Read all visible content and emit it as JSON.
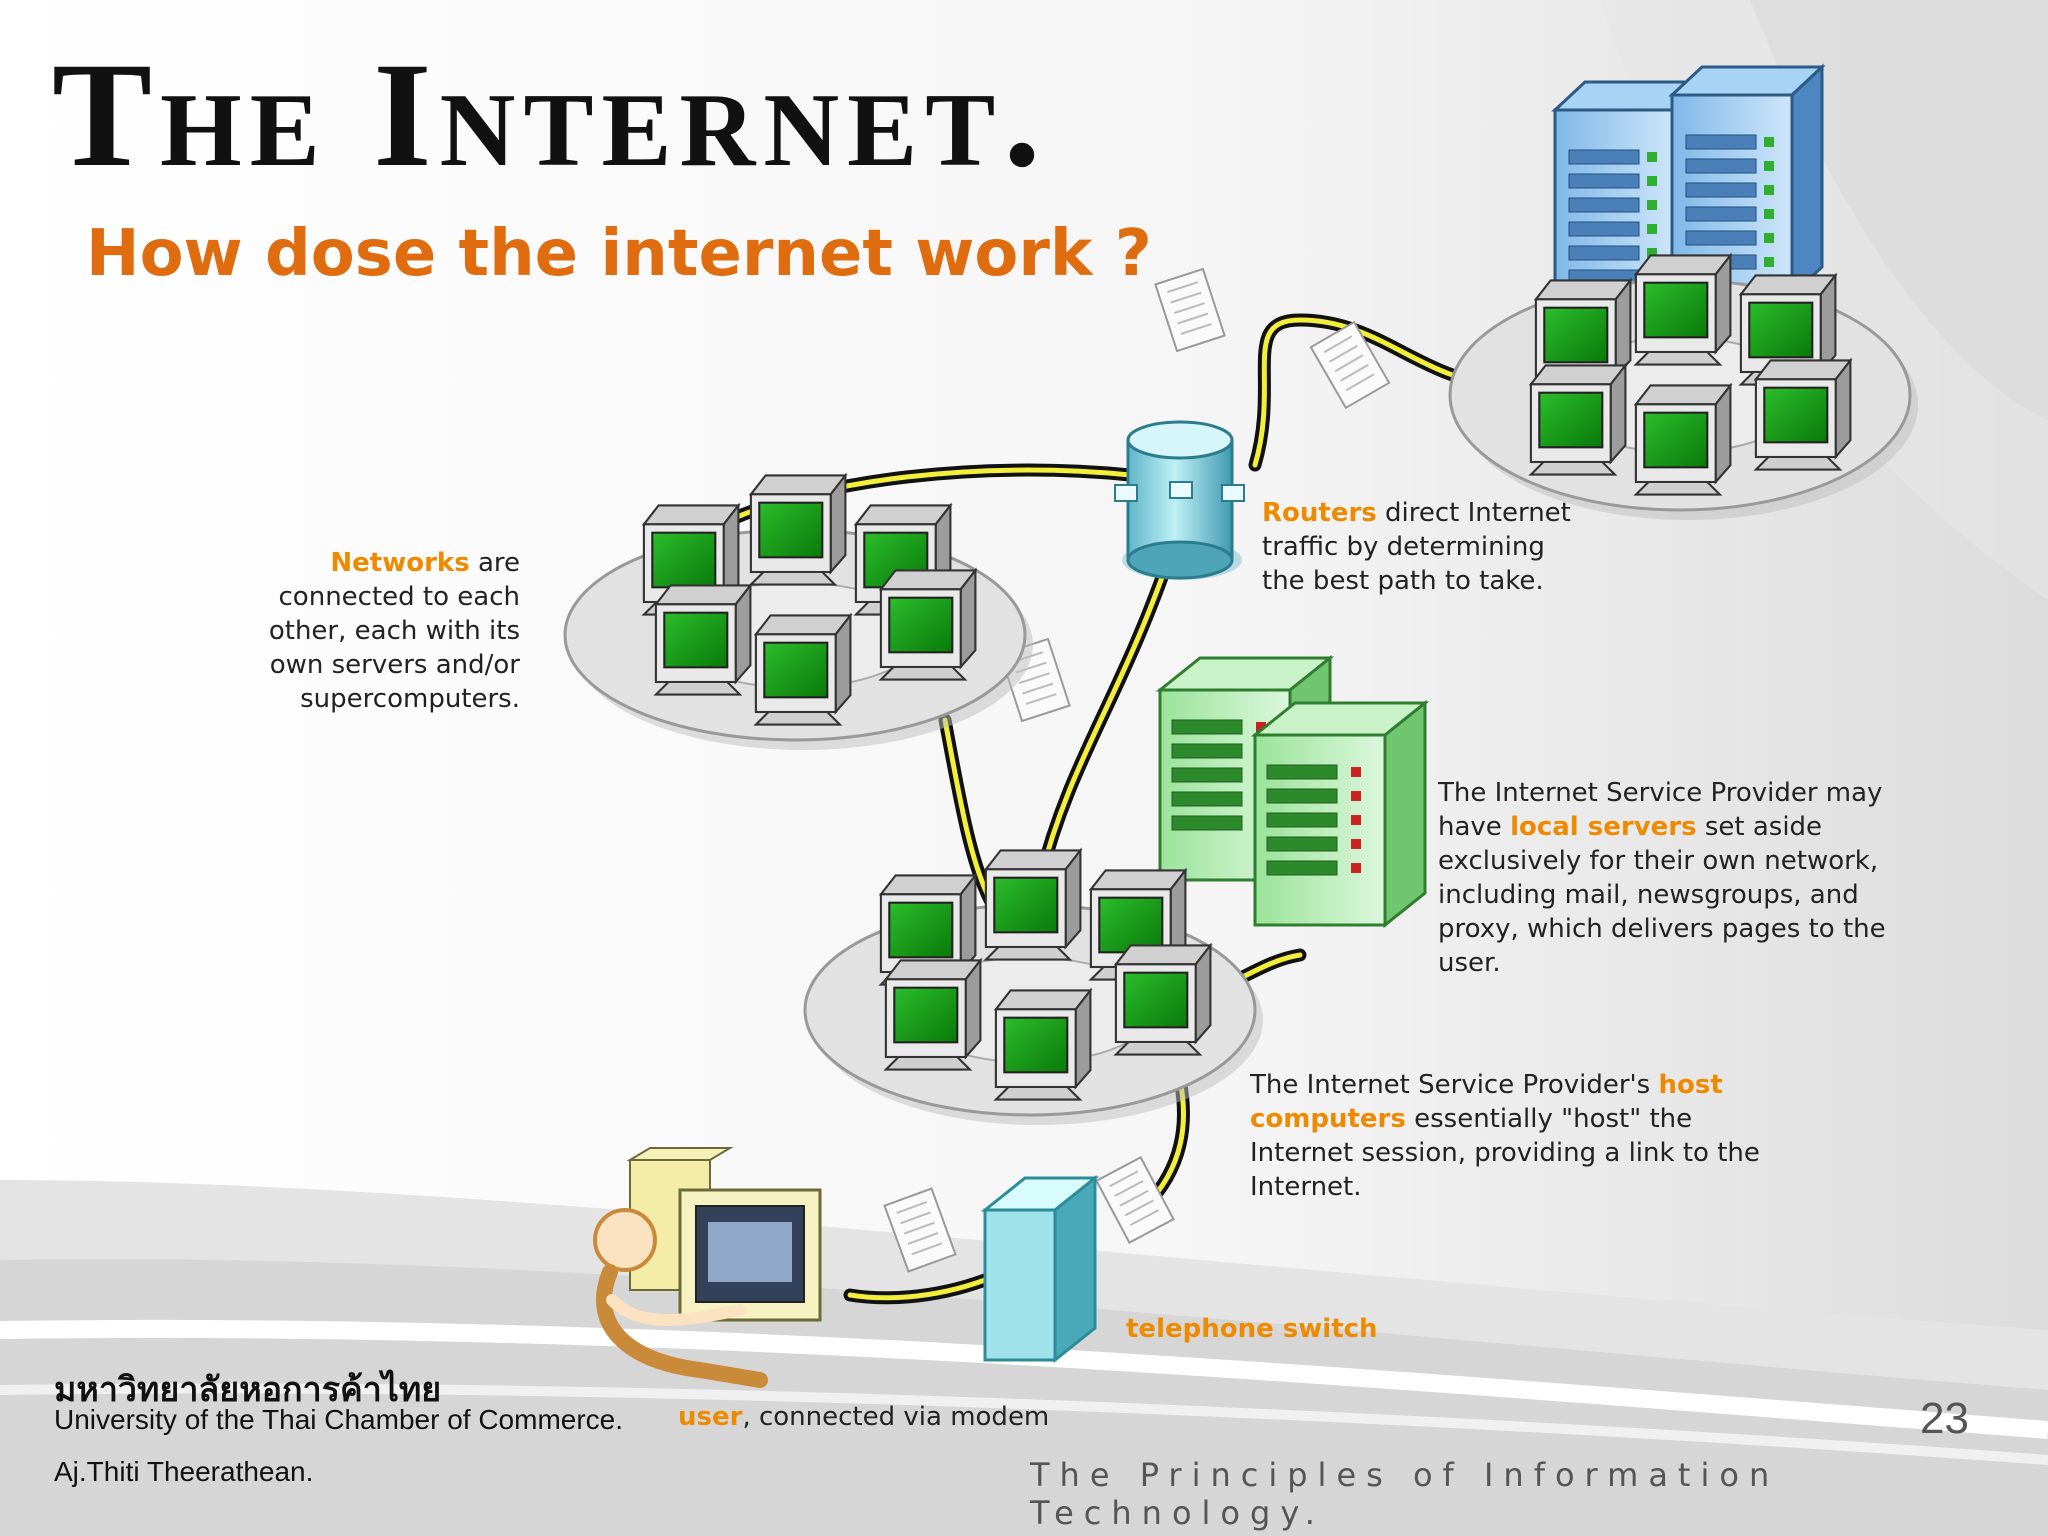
{
  "slide": {
    "title": "The Internet.",
    "subtitle": "How dose the internet work ?",
    "page_number": "23",
    "course": "The Principles of Information Technology."
  },
  "footer": {
    "university_thai": "มหาวิทยาลัยหอการค้าไทย",
    "university_en": "University of the Thai Chamber of Commerce.",
    "author": "Aj.Thiti   Theerathean."
  },
  "diagram": {
    "networks_note": {
      "keyword": "Networks",
      "rest": " are connected to each other, each with its own servers and/or supercomputers."
    },
    "routers_note": {
      "keyword": "Routers",
      "rest": " direct Internet traffic by determining the best path to take."
    },
    "local_servers_note": {
      "before": "The Internet Service Provider may have ",
      "keyword": "local servers",
      "after": " set aside exclusively for their own network, including mail, newsgroups, and proxy, which delivers pages to the user."
    },
    "host_note": {
      "before": "The Internet Service Provider's ",
      "keyword": "host computers",
      "after": " essentially \"host\" the Internet session, providing a link to the Internet."
    },
    "telephone_label": "telephone switch",
    "user_note": {
      "keyword": "user",
      "rest": ", connected via modem"
    }
  },
  "colors": {
    "title": "#111111",
    "subtitle": "#e06c10",
    "keyword": "#ee8a00",
    "screen": "#0a7a0a",
    "cable_core": "#f2ee3a"
  }
}
